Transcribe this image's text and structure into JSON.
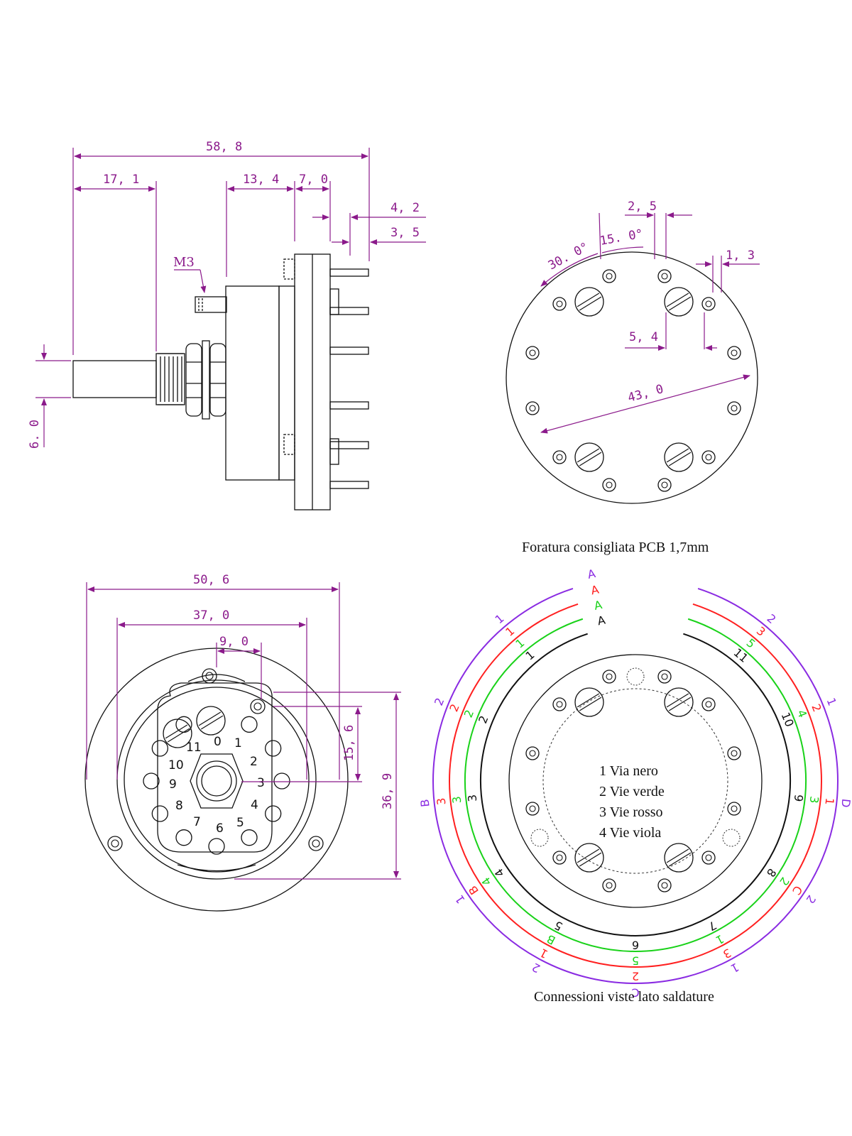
{
  "colors": {
    "dimension": "#8B1A8B",
    "nero": "#111111",
    "verde": "#19d219",
    "rosso": "#ff2020",
    "viola": "#8a2be2"
  },
  "side_view": {
    "dims": {
      "overall": "58, 8",
      "shaft": "17, 1",
      "body": "13, 4",
      "wafer": "7, 0",
      "pin1": "4, 2",
      "pin2": "3, 5",
      "shaft_dia": "6. 0"
    },
    "thread_label": "M3"
  },
  "pcb_view": {
    "dims": {
      "angle1": "30. 0°",
      "angle2": "15. 0°",
      "top_offset": "2, 5",
      "pin_gap": "1, 3",
      "hole_offset": "5, 4",
      "diameter": "43, 0"
    },
    "caption": "Foratura consigliata PCB 1,7mm"
  },
  "front_view": {
    "dims": {
      "width_outer": "50, 6",
      "width_inner": "37, 0",
      "hole_offset": "9, 0",
      "height_small": "15, 6",
      "height_large": "36, 9"
    },
    "positions": [
      "0",
      "1",
      "2",
      "3",
      "4",
      "5",
      "6",
      "7",
      "8",
      "9",
      "10",
      "11"
    ]
  },
  "connections_view": {
    "legend": [
      "1 Via nero",
      "2 Vie verde",
      "3 Vie rosso",
      "4 Vie viola"
    ],
    "caption": "Connessioni viste lato saldature",
    "rings": {
      "nero": [
        "A",
        "1",
        "2",
        "3",
        "4",
        "5",
        "6",
        "7",
        "8",
        "9",
        "10",
        "11"
      ],
      "verde": [
        "A",
        "1",
        "2",
        "3",
        "4",
        "B",
        "5",
        "1",
        "2",
        "3",
        "4",
        "5"
      ],
      "rosso": [
        "A",
        "1",
        "2",
        "3",
        "B",
        "1",
        "2",
        "3",
        "C",
        "1",
        "2",
        "3"
      ],
      "viola": [
        "A",
        "1",
        "2",
        "B",
        "1",
        "2",
        "C",
        "1",
        "2",
        "D",
        "1",
        "2"
      ]
    }
  }
}
